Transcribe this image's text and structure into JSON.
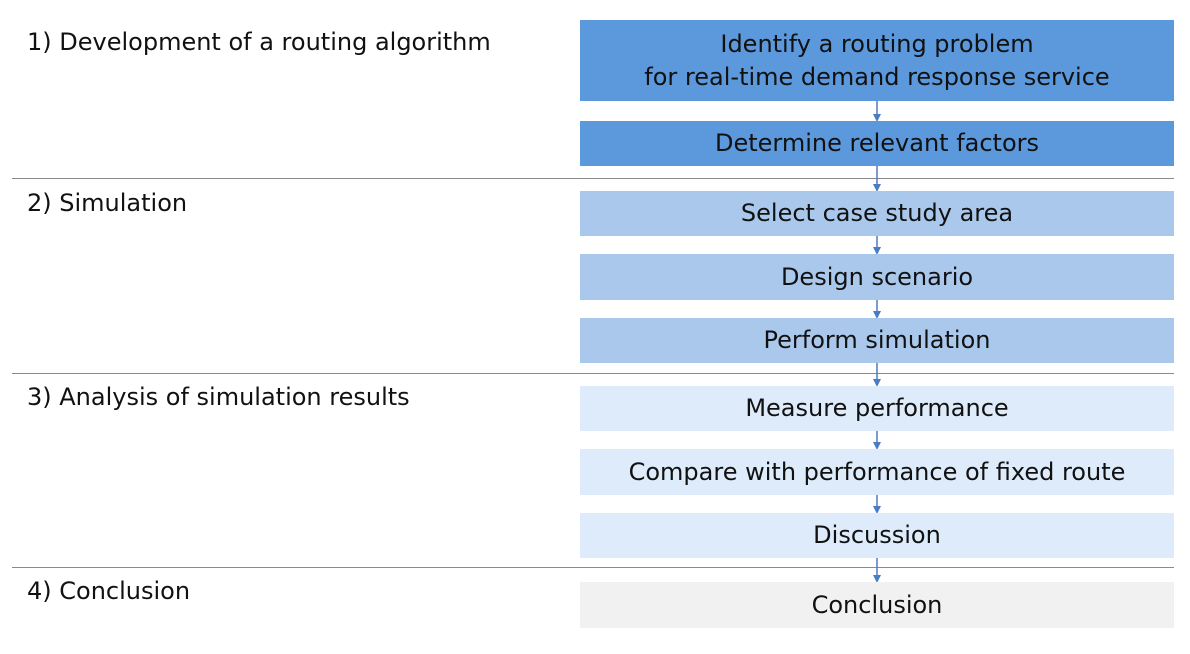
{
  "phases": [
    {
      "label": "1) Development of a routing algorithm"
    },
    {
      "label": "2) Simulation"
    },
    {
      "label": "3) Analysis of simulation results"
    },
    {
      "label": "4) Conclusion"
    }
  ],
  "steps": {
    "identify": {
      "line1": "Identify a routing problem",
      "line2": "for real-time demand response service"
    },
    "factors": {
      "label": "Determine relevant factors"
    },
    "area": {
      "label": "Select case study area"
    },
    "scenario": {
      "label": "Design scenario"
    },
    "simulate": {
      "label": "Perform simulation"
    },
    "measure": {
      "label": "Measure performance"
    },
    "compare": {
      "label": "Compare with performance of fixed route"
    },
    "discussion": {
      "label": "Discussion"
    },
    "conclusion": {
      "label": "Conclusion"
    }
  },
  "colors": {
    "phase1_fill": "#5b99dc",
    "phase2_fill": "#a9c8ec",
    "phase3_fill": "#ddebfb",
    "phase4_fill": "#f1f1f1",
    "arrow": "#4a7cc4",
    "divider": "#8a8a8a"
  }
}
